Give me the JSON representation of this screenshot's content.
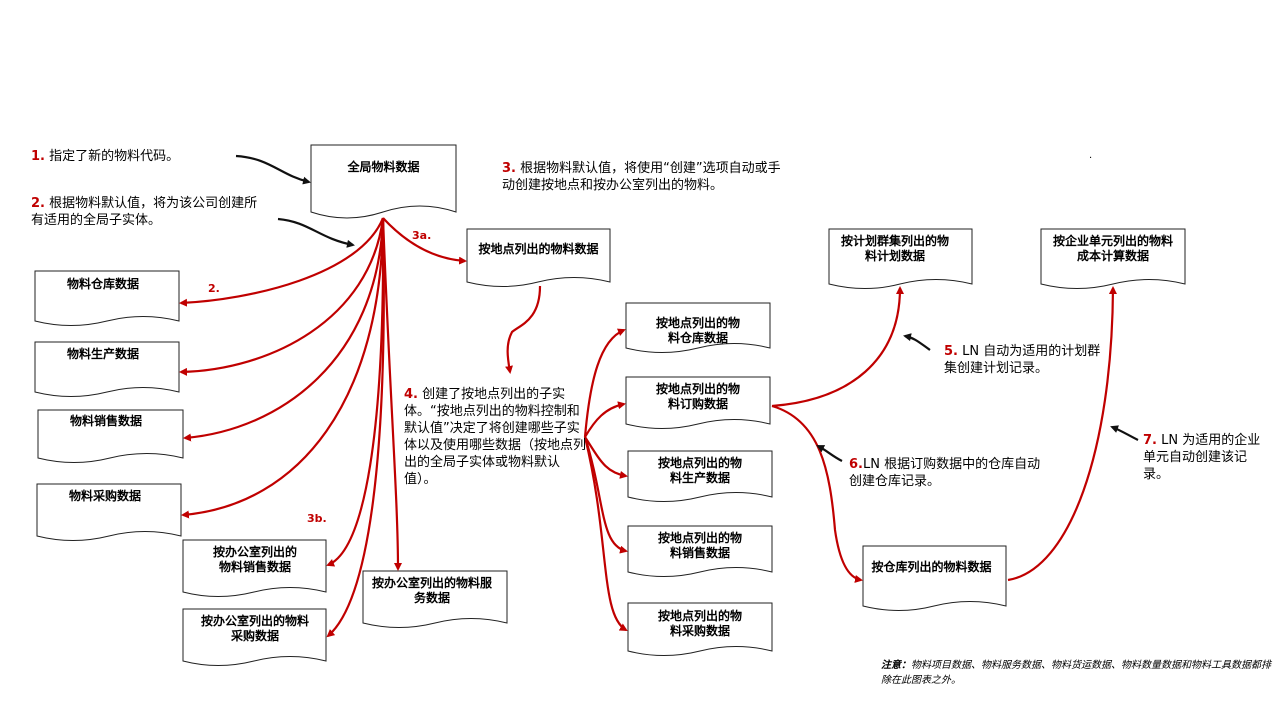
{
  "boxes": {
    "global": "全局物料数据",
    "warehouse": "物料仓库数据",
    "production": "物料生产数据",
    "sales": "物料销售数据",
    "purchase": "物料采购数据",
    "office_sales": "按办公室列出的物料销售数据",
    "office_purchase": "按办公室列出的物料采购数据",
    "office_service": "按办公室列出的物料服务数据",
    "site": "按地点列出的物料数据",
    "site_warehouse": "按地点列出的物料仓库数据",
    "site_order": "按地点列出的物料订购数据",
    "site_production": "按地点列出的物料生产数据",
    "site_sales": "按地点列出的物料销售数据",
    "site_purchase": "按地点列出的物料采购数据",
    "plan_cluster": "按计划群集列出的物料计划数据",
    "enterprise_unit": "按企业单元列出的物料成本计算数据",
    "warehouse_item": "按仓库列出的物料数据"
  },
  "notes": {
    "n1": {
      "num": "1.",
      "text": "指定了新的物料代码。"
    },
    "n2": {
      "num": "2.",
      "text": "根据物料默认值，将为该公司创建所有适用的全局子实体。"
    },
    "n3": {
      "num": "3.",
      "text": "根据物料默认值，将使用“创建”选项自动或手动创建按地点和按办公室列出的物料。"
    },
    "n4": {
      "num": "4.",
      "text": "创建了按地点列出的子实体。“按地点列出的物料控制和默认值”决定了将创建哪些子实体以及使用哪些数据（按地点列出的全局子实体或物料默认值）。"
    },
    "n5": {
      "num": "5.",
      "text": "LN 自动为适用的计划群集创建计划记录。"
    },
    "n6": {
      "num": "6.",
      "text": "LN 根据订购数据中的仓库自动创建仓库记录。"
    },
    "n7": {
      "num": "7.",
      "text": "LN 为适用的企业单元自动创建该记录。"
    }
  },
  "tags": {
    "t2": "2.",
    "t3a": "3a.",
    "t3b": "3b."
  },
  "footnote": {
    "label": "注意：",
    "text": "物料项目数据、物料服务数据、物料货运数据、物料数量数据和物料工具数据都排除在此图表之外。"
  },
  "dot": ".",
  "colors": {
    "arrow_red": "#c00000",
    "arrow_black": "#111111",
    "box_border": "#222222"
  }
}
